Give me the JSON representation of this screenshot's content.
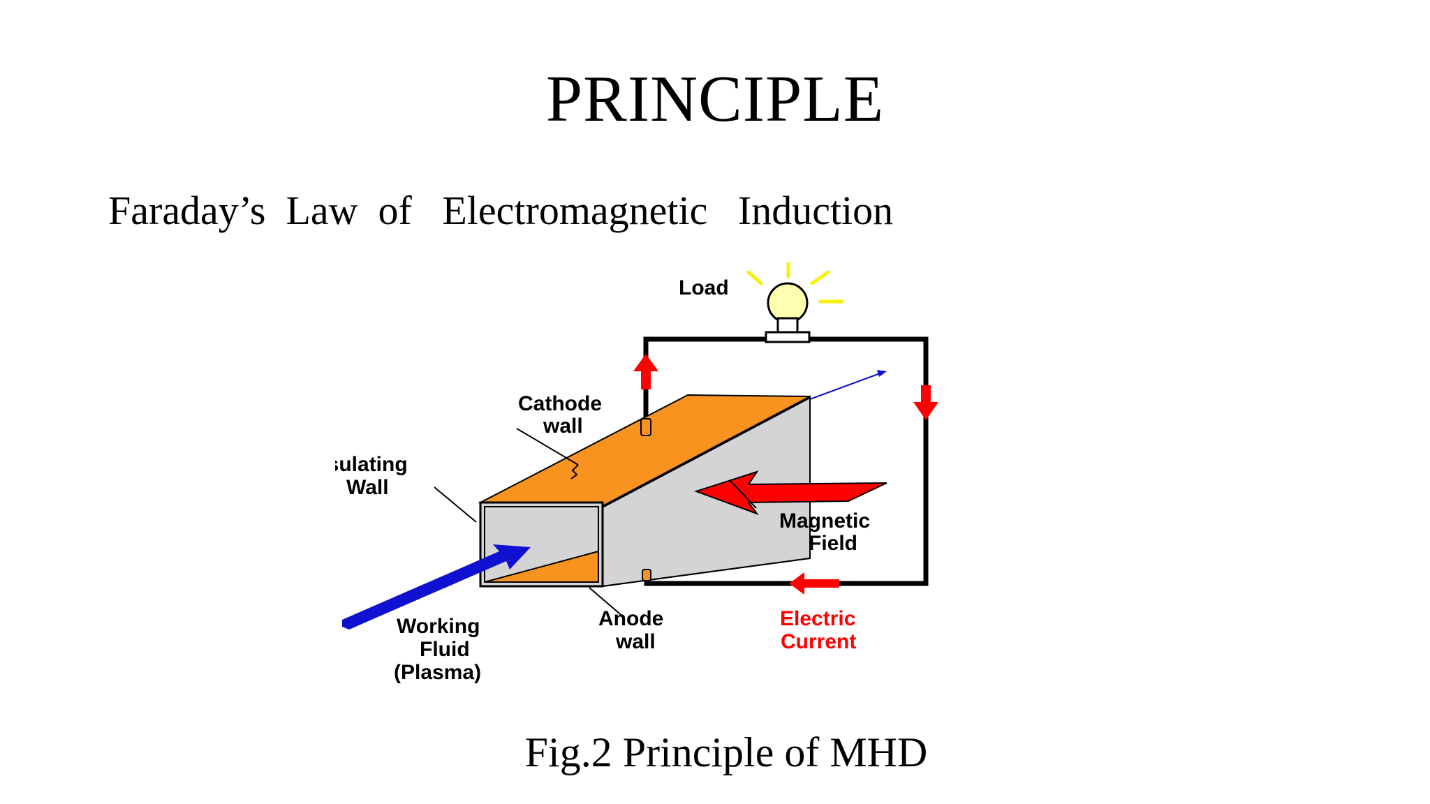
{
  "slide": {
    "title": "PRINCIPLE",
    "subtitle": "Faraday’s  Law  of   Electromagnetic   Induction",
    "caption": "Fig.2 Principle of MHD"
  },
  "diagram": {
    "labels": {
      "load": "Load",
      "cathode_line1": "Cathode",
      "cathode_line2": "wall",
      "insulating_line1": "Insulating",
      "insulating_line2": "Wall",
      "magnetic_line1": "Magnetic",
      "magnetic_line2": "Field",
      "working_line1": "Working",
      "working_line2": "Fluid",
      "working_line3": "(Plasma)",
      "anode_line1": "Anode",
      "anode_line2": "wall",
      "electric_line1": "Electric",
      "electric_line2": "Current"
    },
    "colors": {
      "channel_top": "#f7931e",
      "channel_side": "#d4d4d4",
      "current_arrow": "#ff0000",
      "fluid_arrow": "#1010d0",
      "bulb_rays": "#f5f500",
      "electric_current_label": "#ff0000"
    }
  }
}
